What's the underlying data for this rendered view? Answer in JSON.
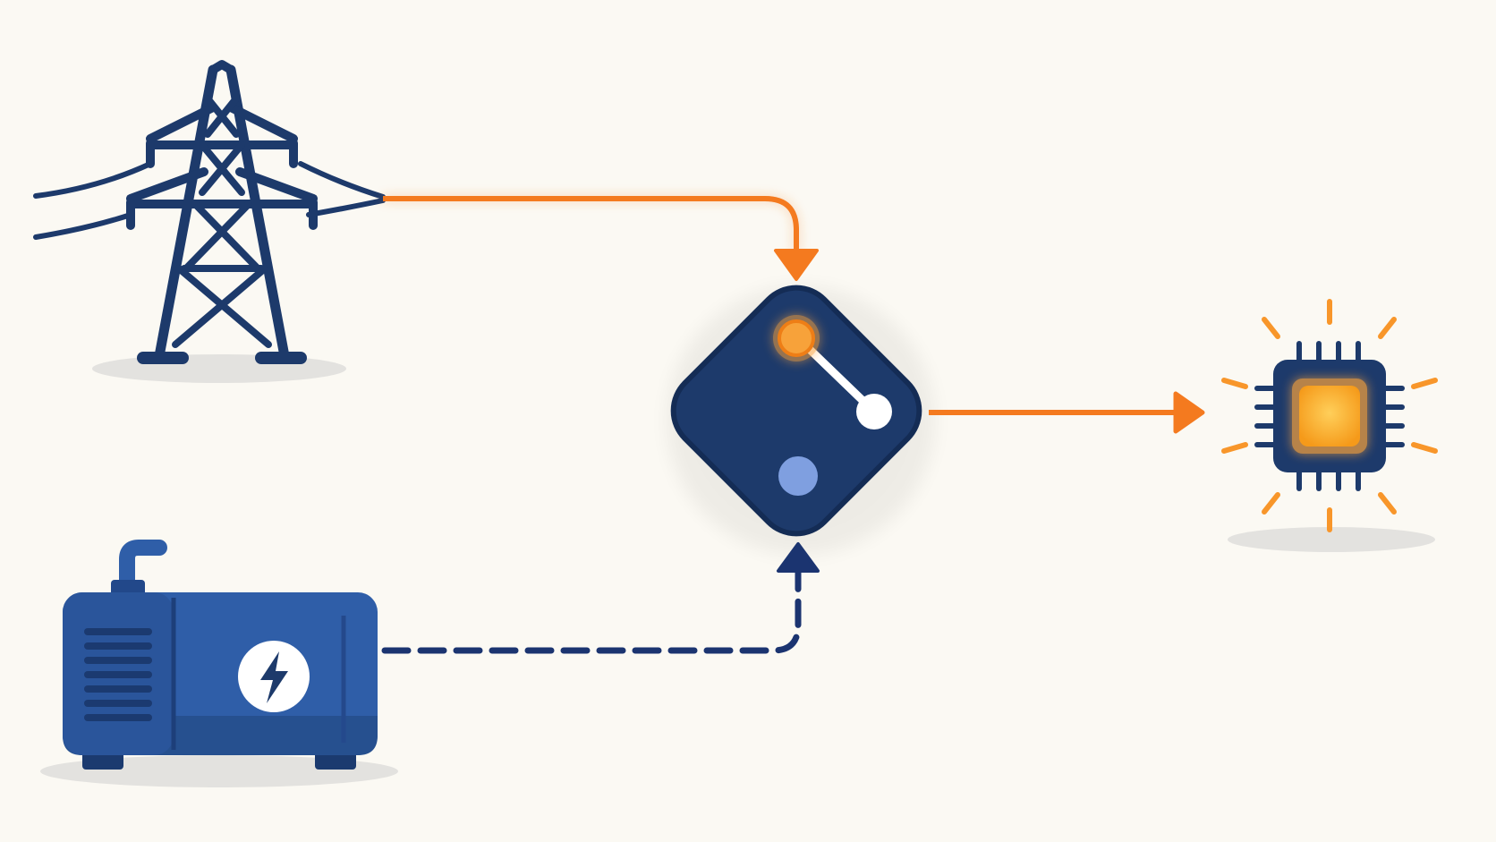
{
  "diagram": {
    "type": "power-transfer-switch",
    "nodes": [
      {
        "id": "grid",
        "icon": "transmission-tower-icon"
      },
      {
        "id": "generator",
        "icon": "generator-icon"
      },
      {
        "id": "switch",
        "icon": "transfer-switch-icon",
        "active_input": "grid"
      },
      {
        "id": "load",
        "icon": "chip-icon",
        "state": "powered"
      }
    ],
    "edges": [
      {
        "from": "grid",
        "to": "switch",
        "style": "solid",
        "state": "active"
      },
      {
        "from": "generator",
        "to": "switch",
        "style": "dashed",
        "state": "standby"
      },
      {
        "from": "switch",
        "to": "load",
        "style": "solid",
        "state": "active"
      }
    ]
  },
  "colors": {
    "background": "#fbf9f3",
    "navy": "#1d3a6b",
    "generator_blue": "#2f5ea8",
    "generator_dark": "#22488a",
    "active_orange": "#f47a1f",
    "standby_navy": "#1b3470",
    "contact_idle": "#7f9fe0",
    "shadow": "#e3e2df"
  }
}
